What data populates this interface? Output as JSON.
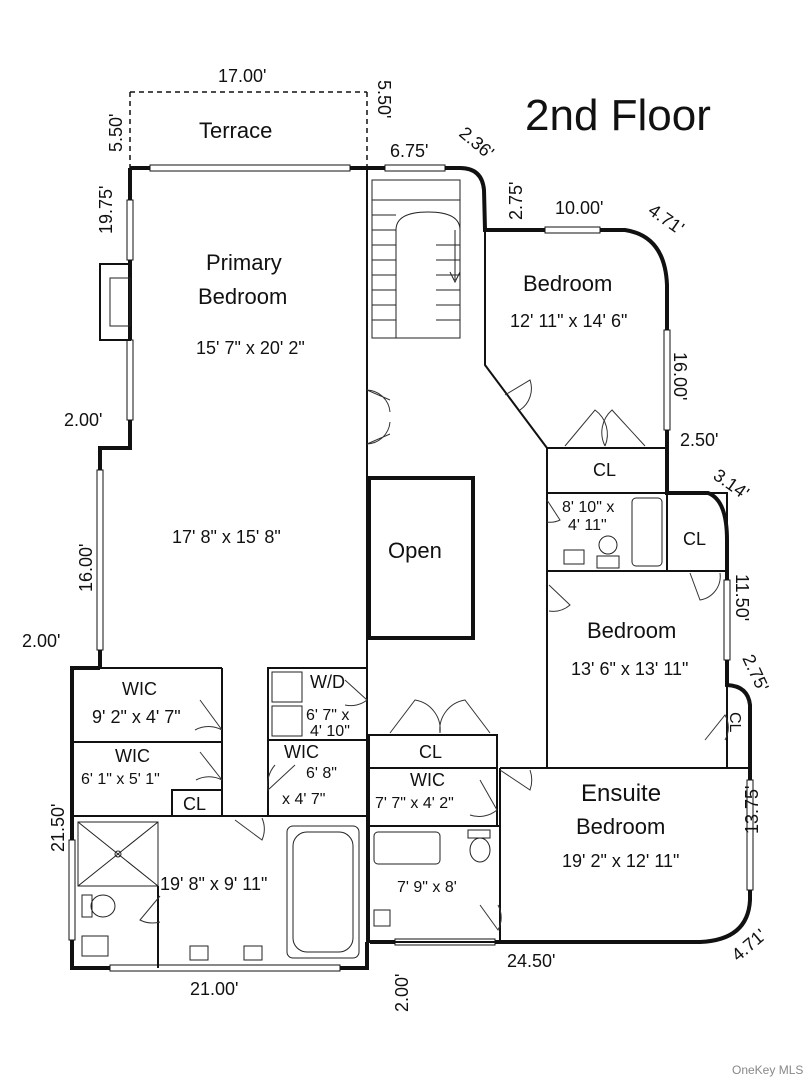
{
  "title": "2nd Floor",
  "rooms": {
    "terrace": "Terrace",
    "primary_line1": "Primary",
    "primary_line2": "Bedroom",
    "primary_dim": "15' 7\" x 20' 2\"",
    "primary_lower_dim": "17' 8\" x 15' 8\"",
    "bedroom1": "Bedroom",
    "bedroom1_dim": "12' 11\" x 14' 6\"",
    "cl1": "CL",
    "bath1_dim_l1": "8' 10\" x",
    "bath1_dim_l2": "4' 11\"",
    "cl2": "CL",
    "open": "Open",
    "bedroom2": "Bedroom",
    "bedroom2_dim": "13' 6\" x 13' 11\"",
    "cl3": "CL",
    "ensuite_line1": "Ensuite",
    "ensuite_line2": "Bedroom",
    "ensuite_dim": "19' 2\" x 12' 11\"",
    "wic1": "WIC",
    "wic1_dim": "9' 2\" x 4' 7\"",
    "wic2": "WIC",
    "wic2_dim": "6' 1\" x 5' 1\"",
    "cl4": "CL",
    "wd": "W/D",
    "wd_dim_l1": "6' 7\" x",
    "wd_dim_l2": "4' 10\"",
    "wic3": "WIC",
    "wic3_dim_l1": "6' 8\"",
    "wic3_dim_l2": "x 4' 7\"",
    "cl5": "CL",
    "wic4": "WIC",
    "wic4_dim": "7' 7\" x 4' 2\"",
    "primary_bath_dim": "19' 8\" x 9' 11\"",
    "bath2_dim": "7' 9\" x 8'"
  },
  "dimensions": {
    "d_17_00": "17.00'",
    "d_5_50_left": "5.50'",
    "d_5_50_right": "5.50'",
    "d_6_75": "6.75'",
    "d_2_36": "2.36'",
    "d_2_75_top": "2.75'",
    "d_10_00": "10.00'",
    "d_4_71_top": "4.71'",
    "d_19_75": "19.75'",
    "d_16_00_right": "16.00'",
    "d_2_50": "2.50'",
    "d_2_00_a": "2.00'",
    "d_3_14": "3.14'",
    "d_16_00_left": "16.00'",
    "d_11_50": "11.50'",
    "d_2_00_b": "2.00'",
    "d_2_75_mid": "2.75'",
    "d_21_50": "21.50'",
    "d_13_75": "13.75'",
    "d_21_00": "21.00'",
    "d_2_00_c": "2.00'",
    "d_24_50": "24.50'",
    "d_4_71_bottom": "4.71'"
  },
  "watermark": "OneKey MLS"
}
